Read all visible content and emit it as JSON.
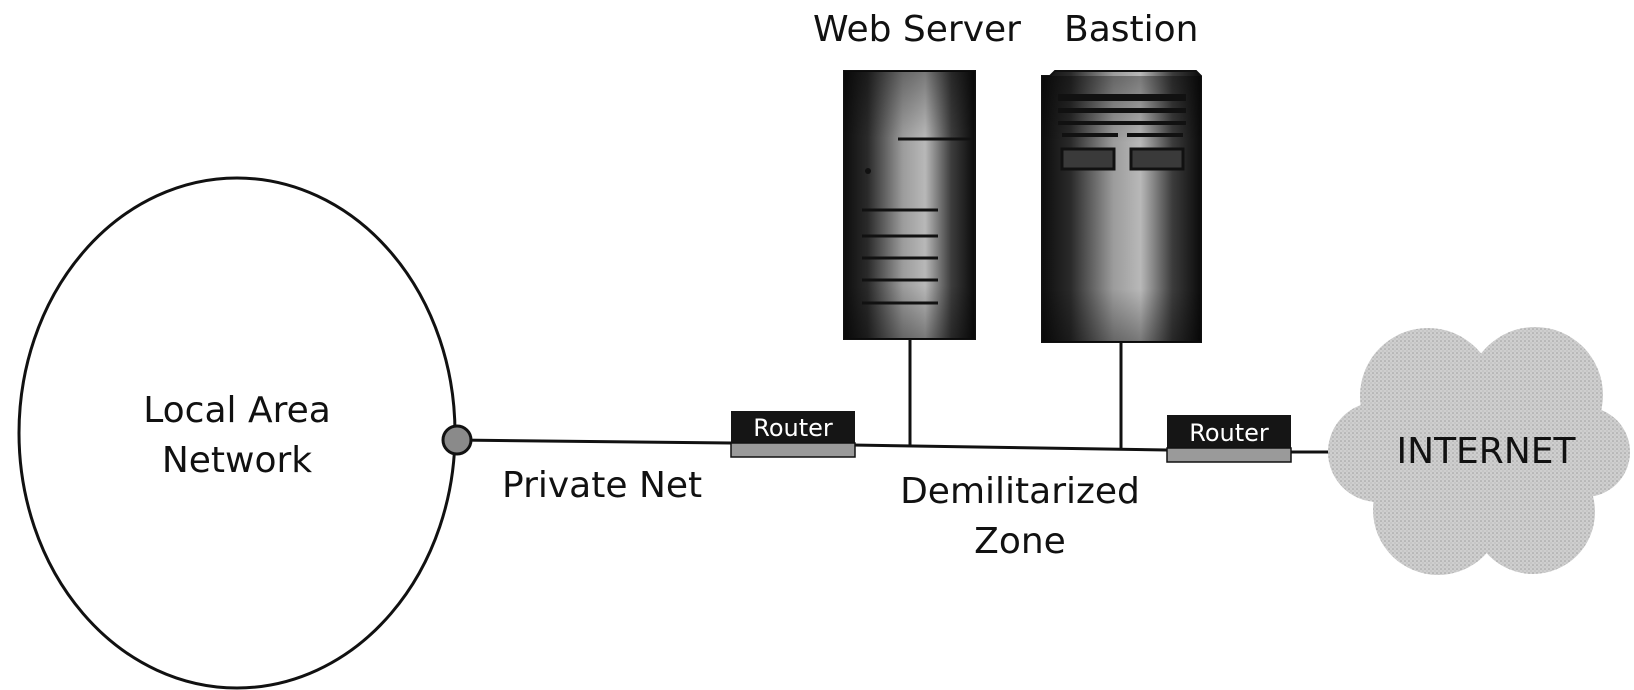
{
  "labels": {
    "web_server": "Web Server",
    "bastion": "Bastion",
    "lan_line1": "Local Area",
    "lan_line2": "Network",
    "private_net": "Private Net",
    "dmz_line1": "Demilitarized",
    "dmz_line2": "Zone",
    "router_left": "Router",
    "router_right": "Router",
    "internet": "INTERNET"
  },
  "colors": {
    "line": "#111111",
    "router_body": "#151515",
    "router_base": "#9a9a9a",
    "cloud": "#c8c8c8",
    "connector": "#8a8a8a"
  }
}
